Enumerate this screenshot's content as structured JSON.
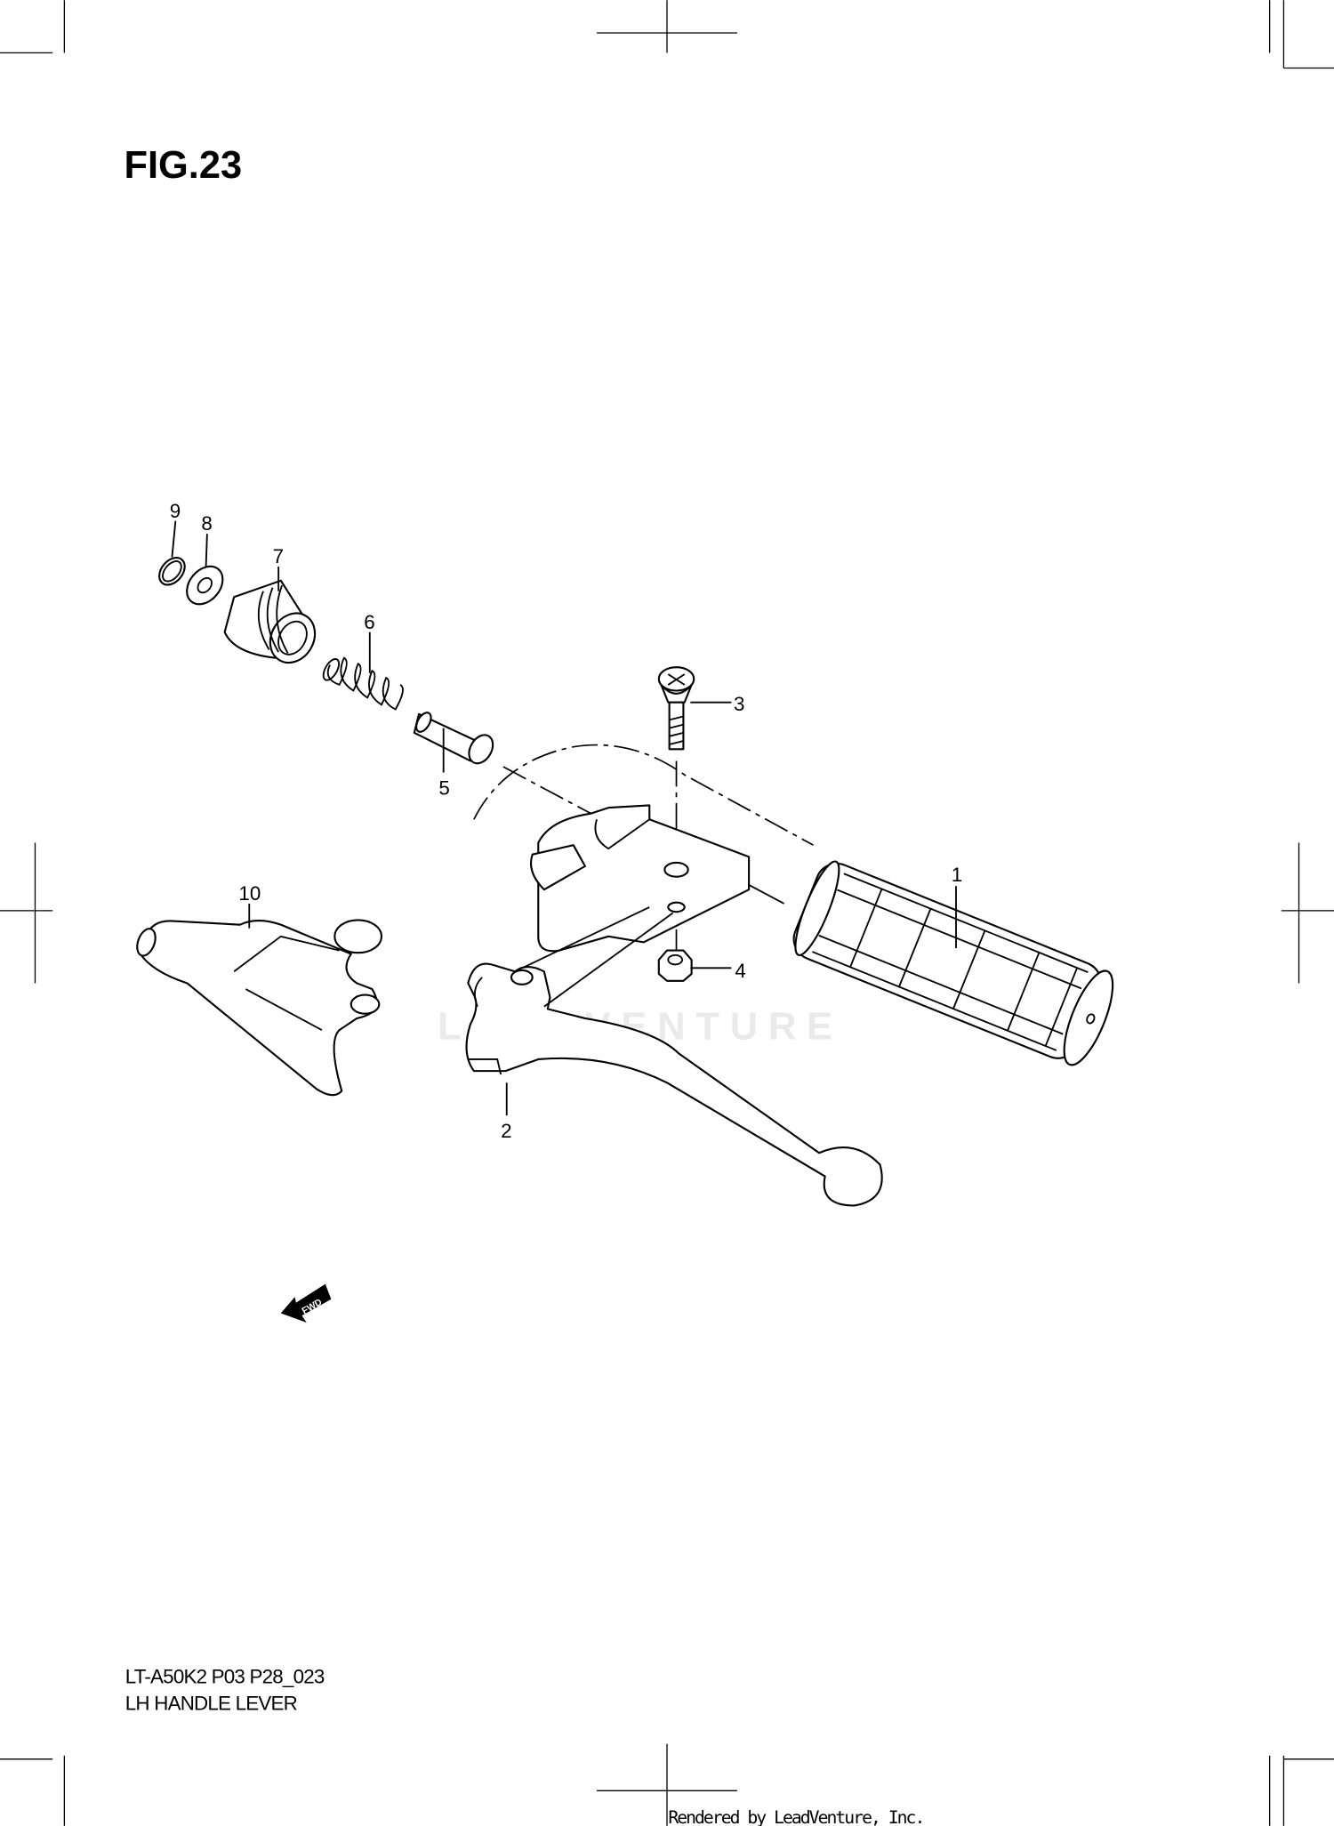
{
  "figure": {
    "title": "FIG.23",
    "model_code": "LT-A50K2 P03 P28_023",
    "name": "LH HANDLE LEVER"
  },
  "callouts": [
    "1",
    "2",
    "3",
    "4",
    "5",
    "6",
    "7",
    "8",
    "9",
    "10"
  ],
  "direction_marker": "FWD",
  "watermark": "LEADVENTURE",
  "footer": {
    "rendered_by": "Rendered by LeadVenture, Inc."
  }
}
